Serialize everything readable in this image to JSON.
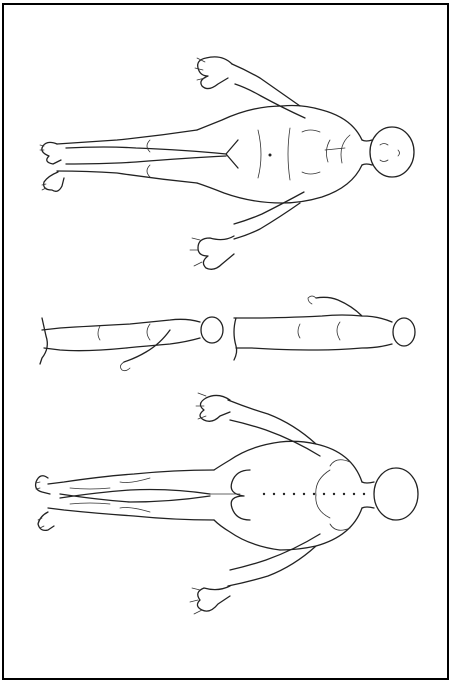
{
  "figure": {
    "views": [
      {
        "id": "anterior",
        "label_icon": "body-front-icon"
      },
      {
        "id": "lateral-left",
        "label_icon": "body-side-icon"
      },
      {
        "id": "lateral-right",
        "label_icon": "body-side-icon"
      },
      {
        "id": "posterior",
        "label_icon": "body-back-icon"
      }
    ]
  }
}
